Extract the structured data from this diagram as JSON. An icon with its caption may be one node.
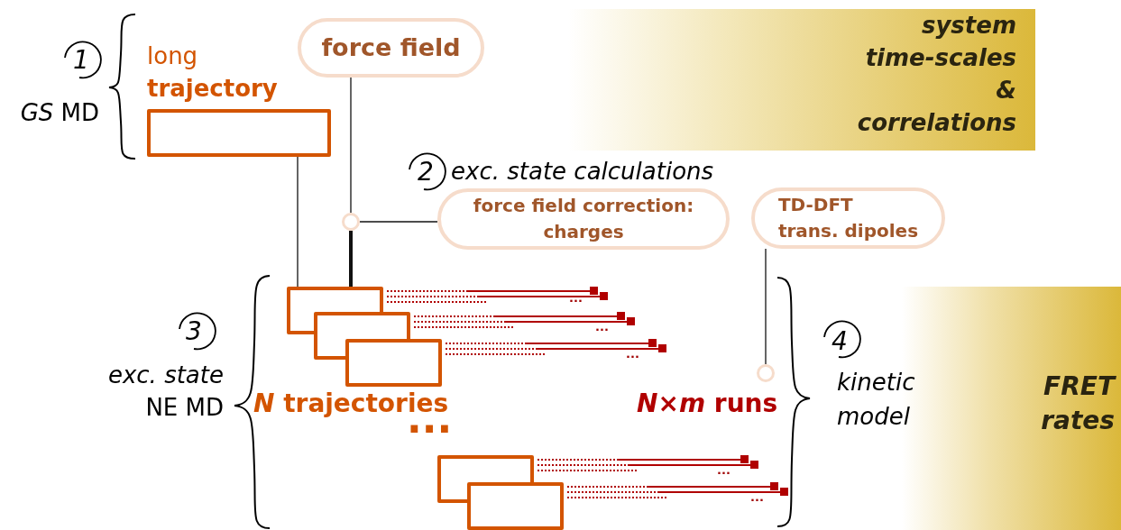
{
  "diagram": {
    "nodes": [
      {
        "text": [
          "long **trajectory**"
        ]
      },
      {
        "text": [
          "force field"
        ]
      },
      {
        "text": [],
        "shape": "circle"
      },
      {
        "text": [
          "force field correction: charges"
        ]
      },
      {
        "text": [
          "TD-DFT trans. dipoles"
        ]
      },
      {
        "text": [],
        "shape": "box"
      },
      {
        "text": [],
        "shape": "box"
      },
      {
        "text": [],
        "shape": "box"
      },
      {
        "text": [],
        "shape": "box"
      },
      {
        "text": [],
        "shape": "box"
      },
      {
        "text": [],
        "shape": "circle"
      }
    ],
    "edges": [
      {
        "from": 0,
        "to": 5,
        "arrow": "none"
      },
      {
        "from": 1,
        "to": 2,
        "arrow": "none"
      },
      {
        "from": 2,
        "to": 5,
        "arrow": "none",
        "style": "thick"
      },
      {
        "from": 2,
        "to": 3,
        "arrow": "none"
      },
      {
        "from": 4,
        "to": 10,
        "arrow": "none"
      }
    ],
    "labels": [
      "1",
      "*GS* MD",
      "system time-scales & correlations",
      "2",
      "exc. state calculations",
      "...",
      "3",
      "...",
      "4",
      "...",
      "*exc. state* NE MD",
      "kinetic model",
      "FRET rates",
      "*N* trajectories",
      "*N*×*m* runs",
      "...",
      "...",
      "..."
    ]
  }
}
